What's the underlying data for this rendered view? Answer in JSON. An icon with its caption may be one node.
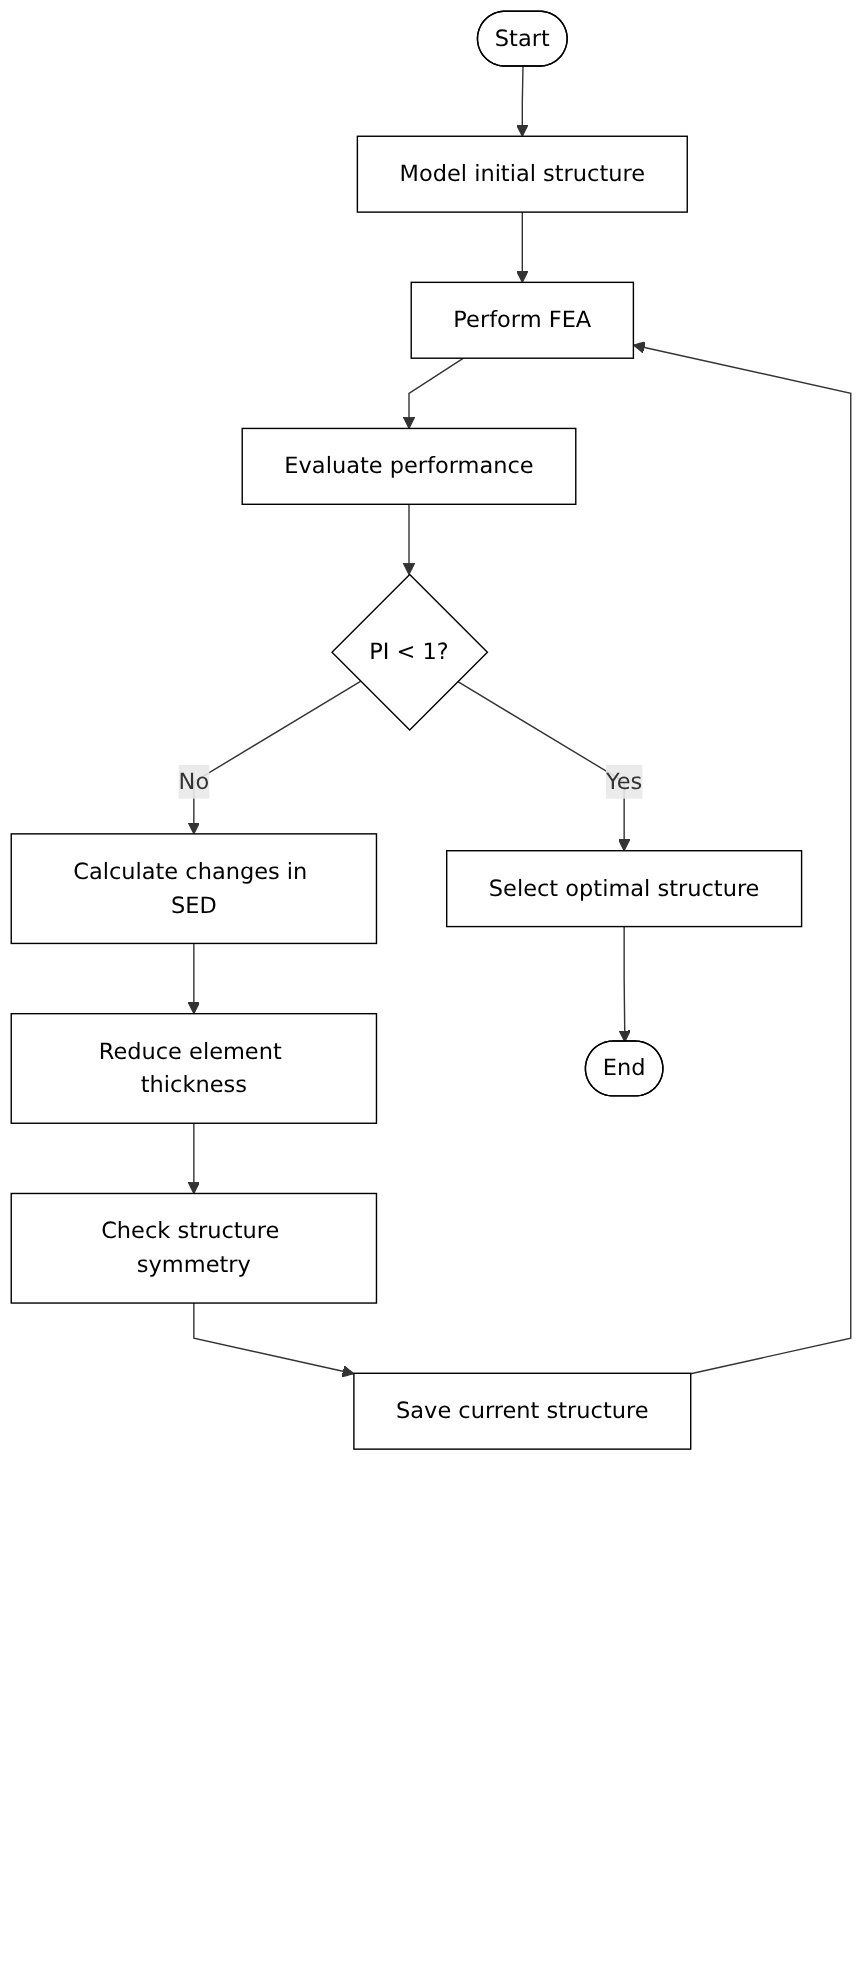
{
  "diagram": {
    "nodes": [
      {
        "text": [
          "Start"
        ]
      },
      {
        "text": [
          "Model initial structure"
        ]
      },
      {
        "text": [
          "Perform FEA"
        ]
      },
      {
        "text": [
          "Evaluate performance"
        ]
      },
      {
        "text": [
          "PI < 1?"
        ]
      },
      {
        "text": [
          "Calculate changes in SED"
        ]
      },
      {
        "text": [
          "Reduce element thickness"
        ]
      },
      {
        "text": [
          "Check structure symmetry"
        ]
      },
      {
        "text": [
          "Save current structure"
        ]
      },
      {
        "text": [
          "Select optimal structure"
        ]
      },
      {
        "text": [
          "End"
        ]
      }
    ],
    "edges": [
      {
        "from": 0,
        "to": 1,
        "arrow": "to"
      },
      {
        "from": 1,
        "to": 2,
        "arrow": "to"
      },
      {
        "from": 2,
        "to": 3,
        "arrow": "to"
      },
      {
        "from": 3,
        "to": 4,
        "arrow": "to"
      },
      {
        "from": 4,
        "to": 5,
        "arrow": "to",
        "label": "No"
      },
      {
        "from": 5,
        "to": 6,
        "arrow": "to"
      },
      {
        "from": 6,
        "to": 7,
        "arrow": "to"
      },
      {
        "from": 7,
        "to": 8,
        "arrow": "to"
      },
      {
        "from": 8,
        "to": 2,
        "arrow": "to"
      },
      {
        "from": 4,
        "to": 9,
        "arrow": "to",
        "label": "Yes"
      },
      {
        "from": 9,
        "to": 10,
        "arrow": "to"
      }
    ]
  }
}
